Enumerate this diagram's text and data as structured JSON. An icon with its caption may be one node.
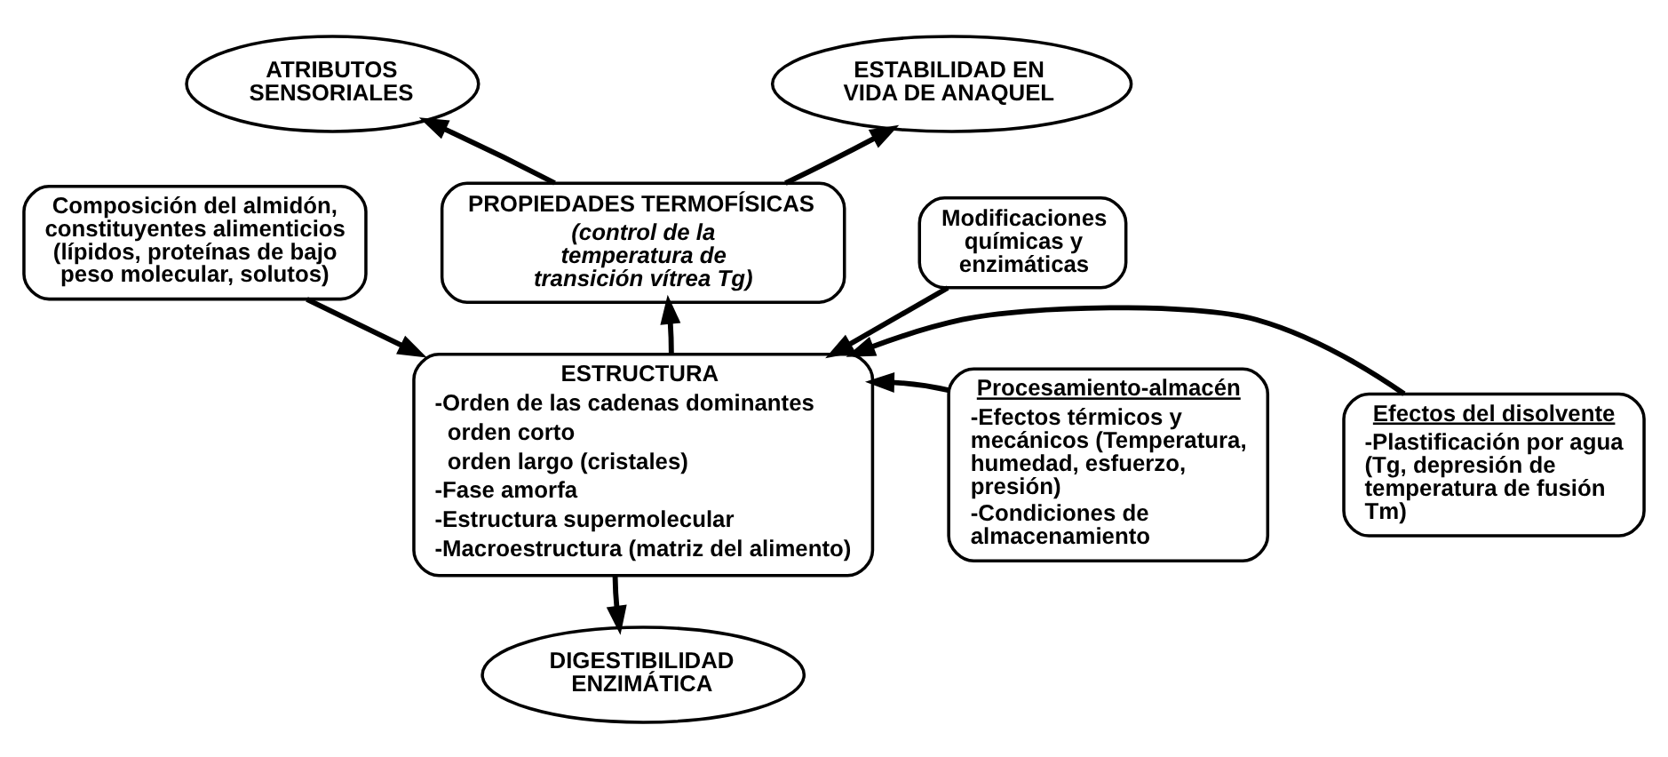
{
  "diagram": {
    "nodes": [
      {
        "text": [
          "ATRIBUTOS SENSORIALES"
        ]
      },
      {
        "text": [
          "PROPIEDADES TERMOFÍSICAS",
          "(control de la temperatura de transición vítrea Tg)"
        ]
      },
      {
        "text": [
          "ESTABILIDAD EN VIDA DE ANAQUEL"
        ]
      },
      {
        "text": [
          "Composición del almidón, constituyentes alimenticios (lípidos, proteínas de bajo peso molecular, solutos)"
        ]
      },
      {
        "text": [
          "Modificaciones químicas y enzimáticas"
        ]
      },
      {
        "text": [
          "ESTRUCTURA",
          "-Orden de las cadenas dominantes",
          "orden corto",
          "orden largo (cristales)",
          "-Fase amorfa",
          "-Estructura supermolecular",
          "-Macroestructura (matriz del alimento)"
        ]
      },
      {
        "text": [
          "Efectos del disolvente",
          "-Plastificación por agua (Tg, depresión de temperatura de fusión Tm)"
        ]
      },
      {
        "text": [
          "Procesamiento-almacén",
          "-Efectos térmicos y mecánicos (Temperatura, humedad, esfuerzo, presión)",
          "-Condiciones de almacenamiento"
        ]
      },
      {
        "text": [
          "DIGESTIBILIDAD ENZIMÁTICA"
        ]
      }
    ],
    "edges": [
      {
        "from": 3,
        "to": 5,
        "arrow": "to"
      },
      {
        "from": 4,
        "to": 5,
        "arrow": "to"
      },
      {
        "from": 6,
        "to": 5,
        "arrow": "to"
      },
      {
        "from": 7,
        "to": 5,
        "arrow": "to"
      },
      {
        "from": 5,
        "to": 1,
        "arrow": "to"
      },
      {
        "from": 5,
        "to": 8,
        "arrow": "to"
      },
      {
        "from": 1,
        "to": 0,
        "arrow": "to"
      },
      {
        "from": 1,
        "to": 2,
        "arrow": "to"
      }
    ]
  }
}
